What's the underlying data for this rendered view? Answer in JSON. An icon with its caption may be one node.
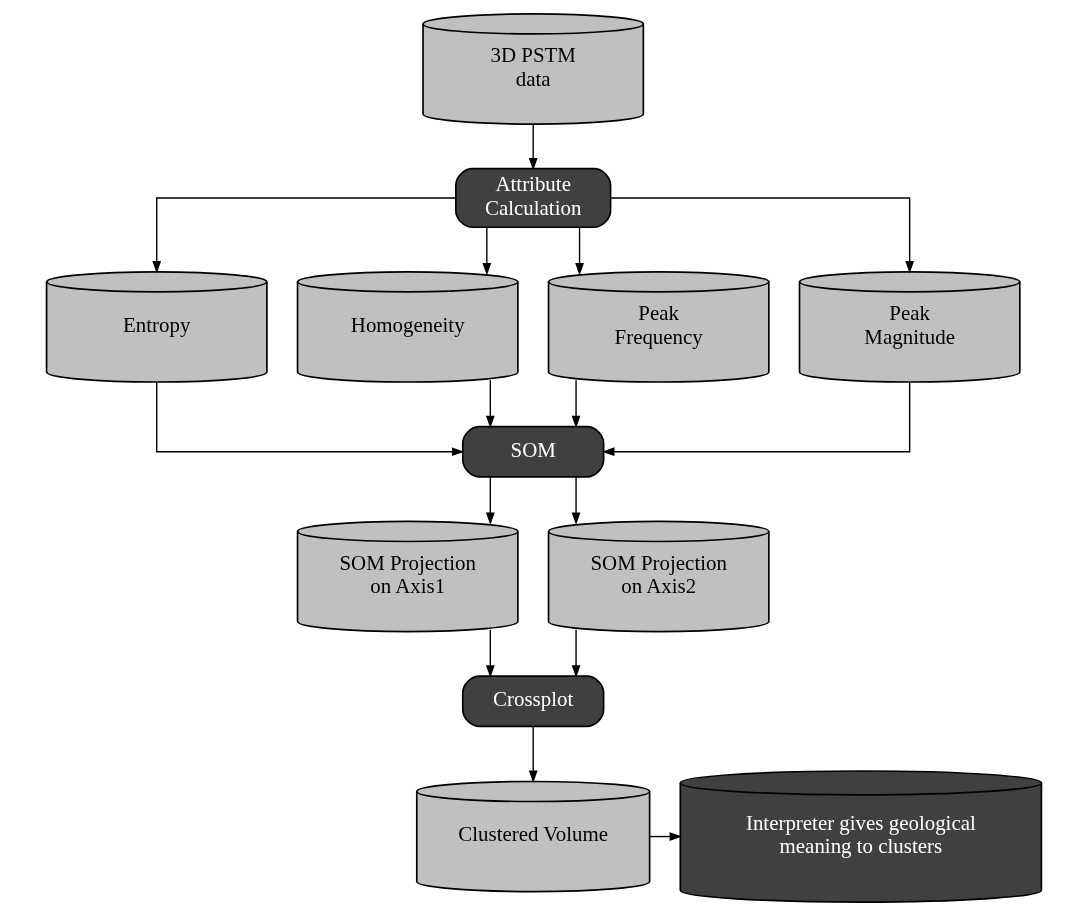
{
  "diagram": {
    "nodes": [
      {
        "text": [
          "3D PSTM data"
        ]
      },
      {
        "text": [
          "Attribute Calculation"
        ]
      },
      {
        "text": [
          "Entropy"
        ]
      },
      {
        "text": [
          "Homogeneity"
        ]
      },
      {
        "text": [
          "Peak Frequency"
        ]
      },
      {
        "text": [
          "Peak Magnitude"
        ]
      },
      {
        "text": [
          "SOM"
        ]
      },
      {
        "text": [
          "SOM Projection on Axis1"
        ]
      },
      {
        "text": [
          "SOM Projection on Axis2"
        ]
      },
      {
        "text": [
          "Crossplot"
        ]
      },
      {
        "text": [
          "Clustered Volume"
        ]
      },
      {
        "text": [
          "Interpreter gives geological meaning to clusters"
        ]
      }
    ],
    "edges": [
      {
        "from": 0,
        "to": 1,
        "arrow": "to"
      },
      {
        "from": 1,
        "to": 2,
        "arrow": "to"
      },
      {
        "from": 1,
        "to": 3,
        "arrow": "to"
      },
      {
        "from": 1,
        "to": 4,
        "arrow": "to"
      },
      {
        "from": 1,
        "to": 5,
        "arrow": "to"
      },
      {
        "from": 2,
        "to": 6,
        "arrow": "to"
      },
      {
        "from": 3,
        "to": 6,
        "arrow": "to"
      },
      {
        "from": 4,
        "to": 6,
        "arrow": "to"
      },
      {
        "from": 5,
        "to": 6,
        "arrow": "to"
      },
      {
        "from": 6,
        "to": 7,
        "arrow": "to"
      },
      {
        "from": 6,
        "to": 8,
        "arrow": "to"
      },
      {
        "from": 7,
        "to": 9,
        "arrow": "to"
      },
      {
        "from": 8,
        "to": 9,
        "arrow": "to"
      },
      {
        "from": 9,
        "to": 10,
        "arrow": "to"
      },
      {
        "from": 10,
        "to": 11,
        "arrow": "to"
      }
    ]
  }
}
